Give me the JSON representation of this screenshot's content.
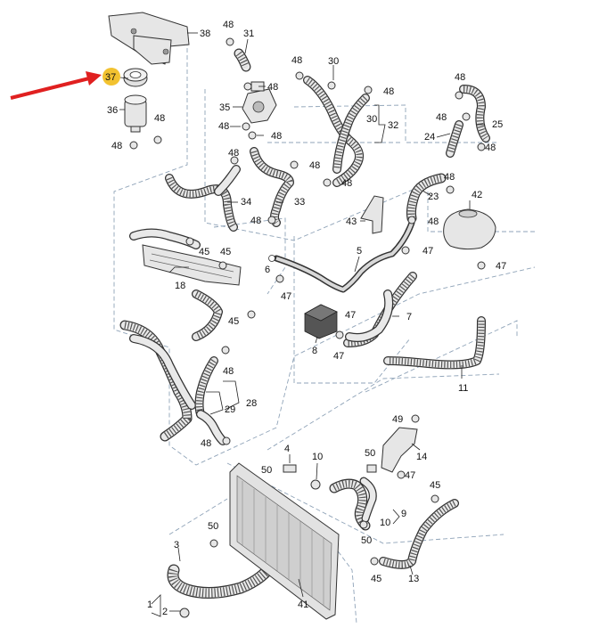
{
  "diagram": {
    "highlight_color": "#f2c230",
    "arrow_color": "#e02020",
    "highlighted_part": "37",
    "labels": {
      "p38": "38",
      "p37": "37",
      "p36": "36",
      "p31": "31",
      "p35": "35",
      "p34": "34",
      "p33": "33",
      "p30a": "30",
      "p30b": "30",
      "p32": "32",
      "p25": "25",
      "p24": "24",
      "p23": "23",
      "p42": "42",
      "p43": "43",
      "p45a": "45",
      "p45b": "45",
      "p45c": "45",
      "p45d": "45",
      "p18": "18",
      "p6": "6",
      "p5": "5",
      "p7": "7",
      "p8": "8",
      "p47a": "47",
      "p47b": "47",
      "p47c": "47",
      "p47d": "47",
      "p47e": "47",
      "p11": "11",
      "p28": "28",
      "p29": "29",
      "p49": "49",
      "p14": "14",
      "p4": "4",
      "p10a": "10",
      "p10b": "10",
      "p9": "9",
      "p50a": "50",
      "p50b": "50",
      "p50c": "50",
      "p50d": "50",
      "p3": "3",
      "p1": "1",
      "p2": "2",
      "p41": "41",
      "p13": "13",
      "p48_1": "48",
      "p48_2": "48",
      "p48_3": "48",
      "p48_4": "48",
      "p48_5": "48",
      "p48_6": "48",
      "p48_7": "48",
      "p48_8": "48",
      "p48_9": "48",
      "p48_10": "48",
      "p48_11": "48",
      "p48_12": "48",
      "p48_13": "48",
      "p48_14": "48",
      "p48_15": "48",
      "p48_16": "48",
      "p48_17": "48",
      "p48_18": "48"
    }
  }
}
